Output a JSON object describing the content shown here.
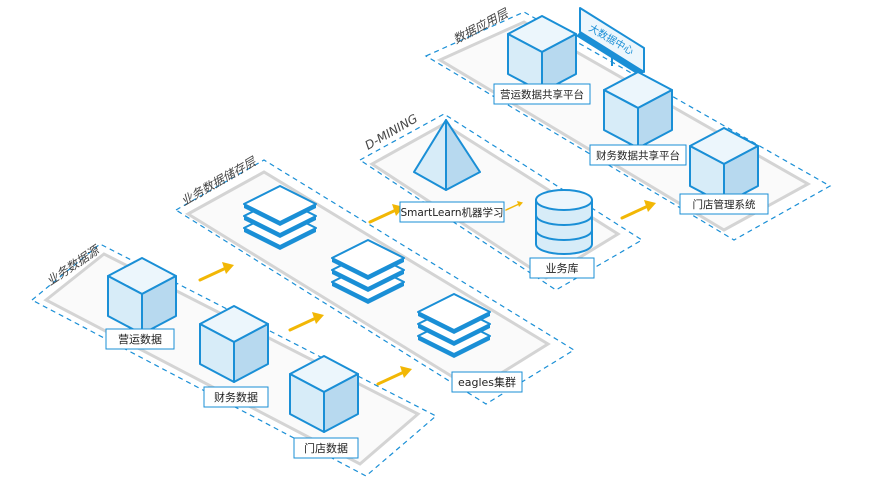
{
  "colors": {
    "accent": "#1a8fd6",
    "cube_front": "#d7ecf8",
    "cube_top": "#ecf6fc",
    "cube_side": "#b7d9ef",
    "plate": "#e9e9e9",
    "arrow": "#f2b705",
    "label_text": "#222222"
  },
  "layers": {
    "source": {
      "title": "业务数据源"
    },
    "storage": {
      "title": "业务数据储存层"
    },
    "mining": {
      "title": "D-MINING"
    },
    "app": {
      "title": "数据应用层"
    }
  },
  "nodes": {
    "yingyun_data": "营运数据",
    "caiwu_data": "财务数据",
    "mendian_data": "门店数据",
    "eagles": "eagles集群",
    "smartlearn": "SmartLearn机器学习",
    "yewuku": "业务库",
    "yingyun_platform": "营运数据共享平台",
    "caiwu_platform": "财务数据共享平台",
    "mendian_system": "门店管理系统",
    "bigdata_center": "大数据中心"
  },
  "icons": {
    "cube": "cube-icon",
    "stack": "layer-stack-icon",
    "pyramid": "pyramid-icon",
    "database": "database-icon",
    "monitor": "monitor-screen-icon",
    "arrow": "arrow-right-icon"
  }
}
